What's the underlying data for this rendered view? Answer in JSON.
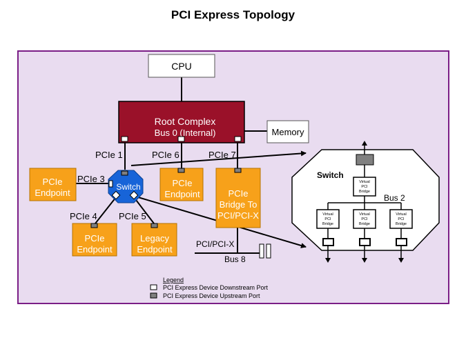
{
  "title": "PCI Express Topology",
  "colors": {
    "panel_bg": "#e9dcf0",
    "panel_border": "#7a1d86",
    "root_complex": "#9a1129",
    "device_orange": "#f7a11a",
    "switch_blue": "#1764d8",
    "upstream_port": "#808080",
    "downstream_port": "#ffffff"
  },
  "nodes": {
    "cpu": "CPU",
    "root_complex": {
      "line1": "Root Complex",
      "line2": "Bus 0 (Internal)"
    },
    "memory": "Memory",
    "endpoint_left": {
      "line1": "PCIe",
      "line2": "Endpoint"
    },
    "switch": "Switch",
    "endpoint_top": {
      "line1": "PCIe",
      "line2": "Endpoint"
    },
    "bridge": {
      "line1": "PCIe",
      "line2": "Bridge To",
      "line3": "PCI/PCI-X"
    },
    "endpoint_bottom": {
      "line1": "PCIe",
      "line2": "Endpoint"
    },
    "legacy_endpoint": {
      "line1": "Legacy",
      "line2": "Endpoint"
    }
  },
  "links": {
    "pcie1": "PCIe 1",
    "pcie6": "PCIe 6",
    "pcie7": "PCIe 7",
    "pcie3": "PCIe 3",
    "pcie4": "PCIe 4",
    "pcie5": "PCIe 5",
    "pci_bus": "PCI/PCI-X",
    "bus8": "Bus 8"
  },
  "switch_detail": {
    "title": "Switch",
    "bus": "Bus 2",
    "bridge_label": {
      "line1": "Virtual",
      "line2": "PCI",
      "line3": "Bridge"
    }
  },
  "legend": {
    "title": "Legend",
    "downstream": "PCI Express Device Downstream Port",
    "upstream": "PCI Express Device Upstream Port"
  }
}
